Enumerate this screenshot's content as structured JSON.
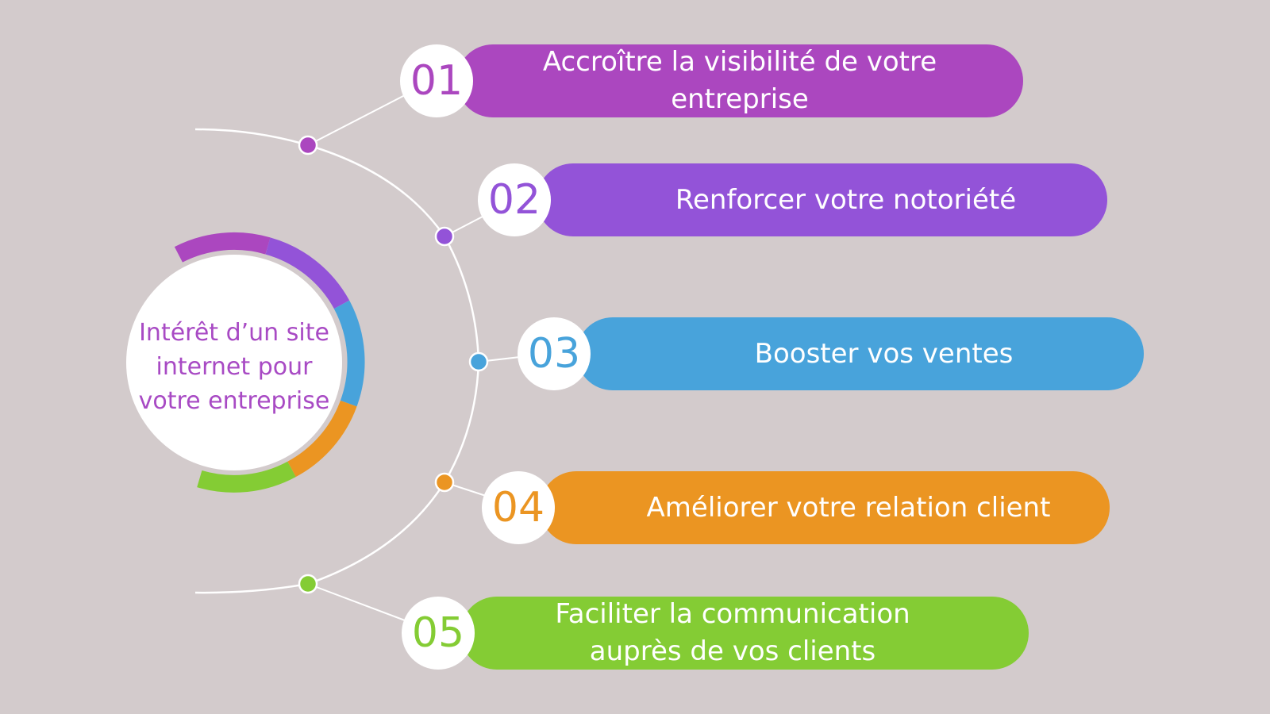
{
  "colors": {
    "background": "#d3cbcc",
    "item1": "#ab47bf",
    "item2": "#9353d8",
    "item3": "#48a3db",
    "item4": "#eb9522",
    "item5": "#84cc34",
    "center_text": "#a84ac4"
  },
  "center": {
    "title": "Intérêt d’un site internet pour votre entreprise"
  },
  "items": [
    {
      "number": "01",
      "label": "Accroître la visibilité de votre entreprise"
    },
    {
      "number": "02",
      "label": "Renforcer votre notoriété"
    },
    {
      "number": "03",
      "label": "Booster vos ventes"
    },
    {
      "number": "04",
      "label": "Améliorer votre relation client"
    },
    {
      "number": "05",
      "label": "Faciliter la communication auprès de vos clients"
    }
  ]
}
